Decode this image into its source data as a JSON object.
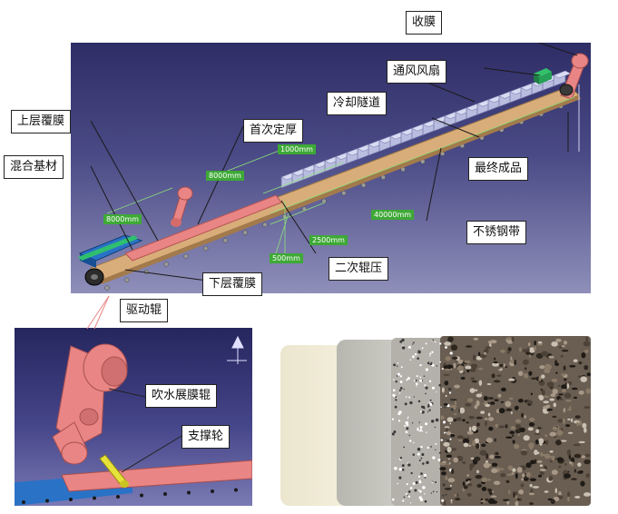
{
  "labels": {
    "shoumo": "收膜",
    "tongfeng": "通风风扇",
    "lengque": "冷却隧道",
    "shangceng": "上层覆膜",
    "shouci": "首次定厚",
    "hunhe": "混合基材",
    "zuizhong": "最终成品",
    "buxiu": "不锈钢带",
    "erci": "二次辊压",
    "xiaceng": "下层覆膜",
    "qudong": "驱动辊",
    "chuishui": "吹水展膜辊",
    "zhicheng": "支撑轮"
  },
  "dimensions": {
    "d1000": "1000mm",
    "d8000a": "8000mm",
    "d8000b": "8000mm",
    "d40000": "40000mm",
    "d2500": "2500mm",
    "d500": "500mm"
  },
  "colors": {
    "belt": "#d9ad79",
    "roller": "#e98585",
    "tunnel": "#b9bde0",
    "substrate": "#2a72c6",
    "dim_bg": "#3ea936"
  }
}
